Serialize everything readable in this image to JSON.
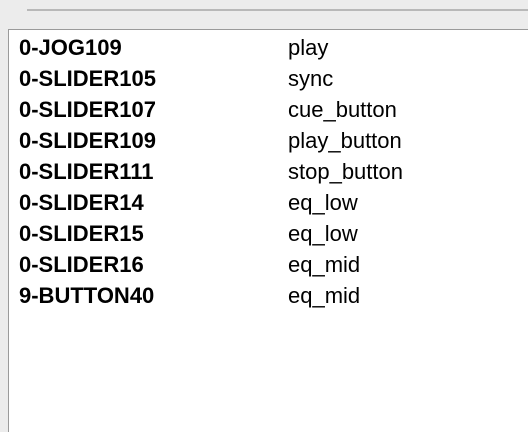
{
  "mapping_list": {
    "rows": [
      {
        "control": "0-JOG109",
        "action": "play"
      },
      {
        "control": "0-SLIDER105",
        "action": "sync"
      },
      {
        "control": "0-SLIDER107",
        "action": "cue_button"
      },
      {
        "control": "0-SLIDER109",
        "action": "play_button"
      },
      {
        "control": "0-SLIDER111",
        "action": "stop_button"
      },
      {
        "control": "0-SLIDER14",
        "action": "eq_low"
      },
      {
        "control": "0-SLIDER15",
        "action": "eq_low"
      },
      {
        "control": "0-SLIDER16",
        "action": "eq_mid"
      },
      {
        "control": "9-BUTTON40",
        "action": "eq_mid"
      }
    ]
  }
}
